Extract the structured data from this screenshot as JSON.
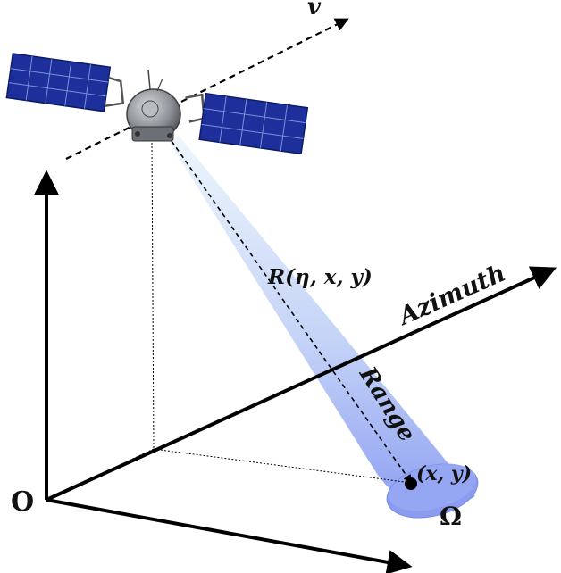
{
  "labels": {
    "velocity": "v",
    "slant_range": "R(η, x, y)",
    "azimuth": "Azimuth",
    "range": "Range",
    "target": "(x, y)",
    "origin": "O",
    "footprint": "Ω"
  },
  "colors": {
    "beam_top": "#e6f2fb",
    "beam_bottom": "#8ea0f2",
    "ellipse": "#8b9cf0",
    "axis": "#000000",
    "panel": "#1c2f9a",
    "panel_grid": "#7f8fd6",
    "body": "#8f9298"
  },
  "icons": {
    "satellite": "satellite-icon"
  }
}
